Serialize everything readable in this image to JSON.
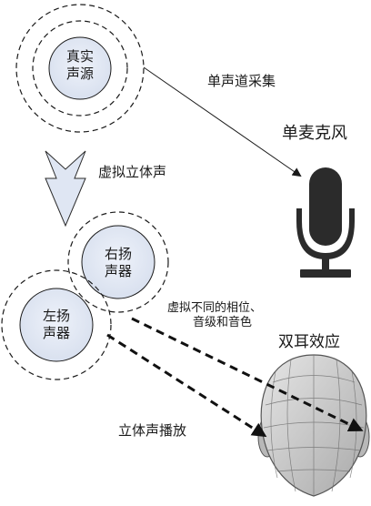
{
  "nodes": {
    "real_source": [
      "真实",
      "声源"
    ],
    "right_speaker": [
      "右扬",
      "声器"
    ],
    "left_speaker": [
      "左扬",
      "声器"
    ]
  },
  "labels": {
    "mono_capture": "单声道采集",
    "mono_mic": "单麦克风",
    "virtual_stereo": "虚拟立体声",
    "virtual_diff": [
      "虚拟不同的相位、",
      "音级和音色"
    ],
    "binaural_effect": "双耳效应",
    "stereo_playback": "立体声播放"
  },
  "colors": {
    "bubble_fill": "#dce3f0",
    "stroke": "#1a1a1a",
    "arrow_fill": "#dfe6f3",
    "mic": "#2b2b2b",
    "head_fill": "#cfcfcf"
  }
}
